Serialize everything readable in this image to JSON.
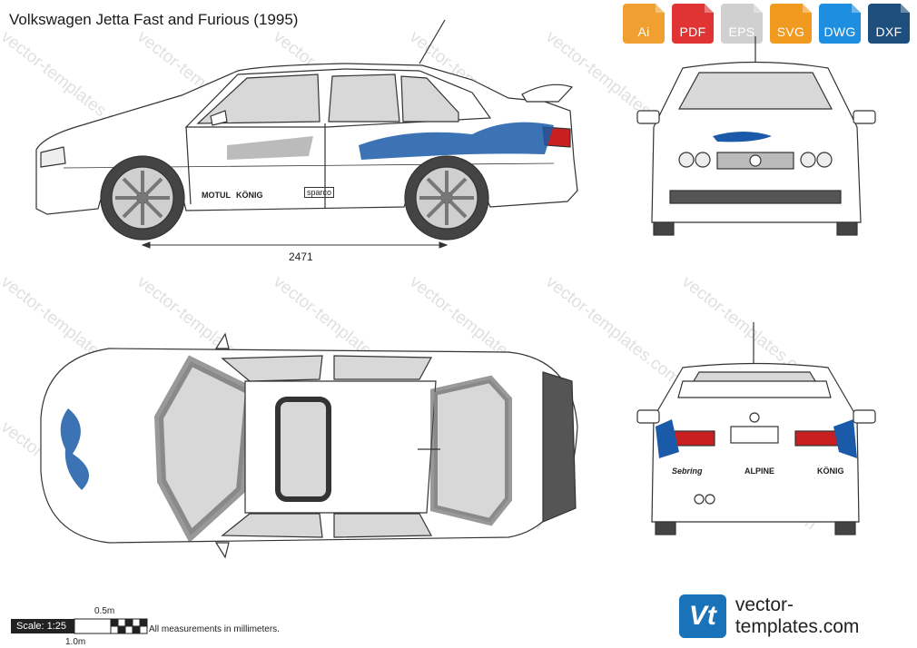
{
  "title": "Volkswagen Jetta Fast and Furious (1995)",
  "formats": [
    {
      "label": "Ai",
      "color": "#f0a030"
    },
    {
      "label": "PDF",
      "color": "#e03434"
    },
    {
      "label": "EPS",
      "color": "#d8d8d8"
    },
    {
      "label": "SVG",
      "color": "#f09a20"
    },
    {
      "label": "DWG",
      "color": "#1e8ee0"
    },
    {
      "label": "DXF",
      "color": "#1e4f7c"
    }
  ],
  "watermark": "vector-templates.com",
  "dimension_side": "2471",
  "decals": {
    "motul": "MOTUL",
    "konig": "KÖNIG",
    "sparco": "sparco",
    "alpine": "ALPINE",
    "sebring": "Sebring"
  },
  "scale": {
    "label": "Scale: 1:25",
    "half": "0.5m",
    "full": "1.0m"
  },
  "note": "All measurements in millimeters.",
  "brand": {
    "logo": "Vt",
    "name": "vector-templates.com"
  },
  "colors": {
    "outline": "#333333",
    "glass": "#d8d8d8",
    "accent_blue": "#1a5aa8",
    "accent_red": "#c82020"
  }
}
